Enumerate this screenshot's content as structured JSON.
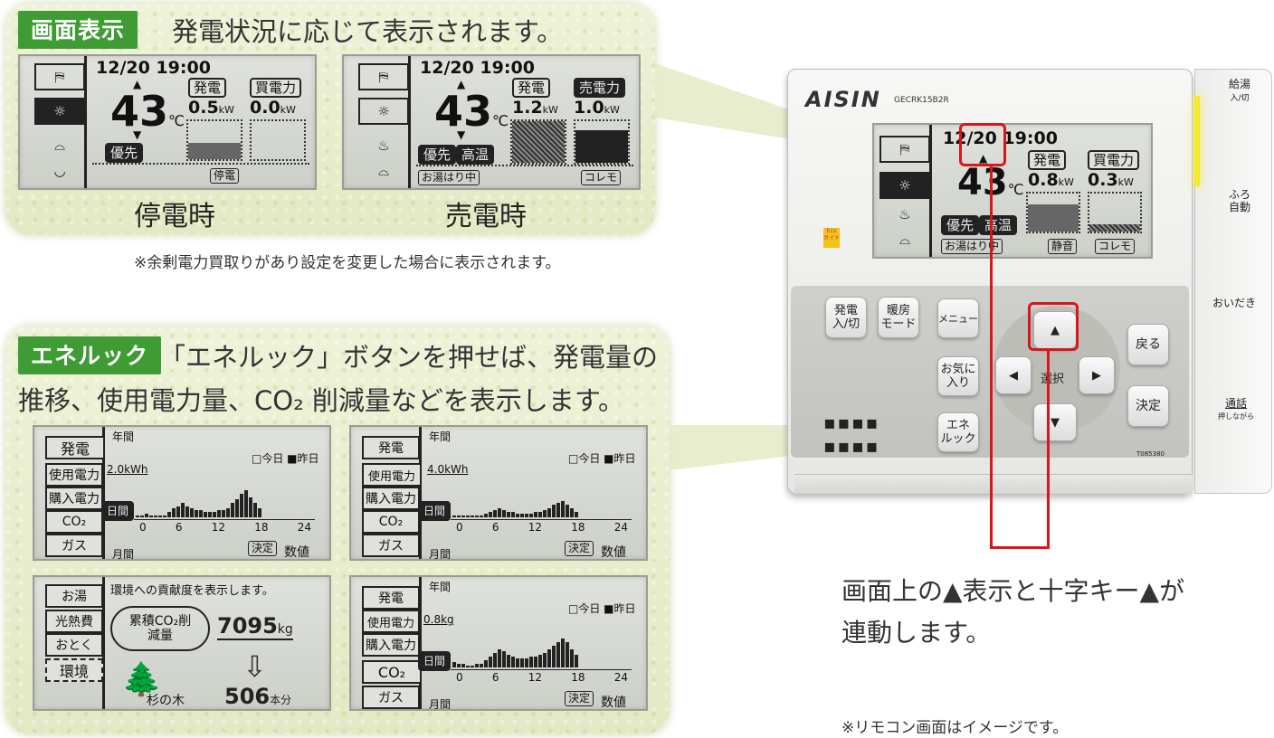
{
  "top_panel": {
    "badge": "画面表示",
    "heading": "発電状況に応じて表示されます。",
    "screen_left": {
      "time": "12/20 19:00",
      "temp": "43",
      "temp_unit": "℃",
      "tag1": "発電",
      "tag2": "買電力",
      "val1": "0.5",
      "val2": "0.0",
      "val_unit": "kW",
      "priority": "優先",
      "bottom": "停電",
      "caption": "停電時"
    },
    "screen_right": {
      "time": "12/20 19:00",
      "temp": "43",
      "temp_unit": "℃",
      "tag1": "発電",
      "tag2": "売電力",
      "val1": "1.2",
      "val2": "1.0",
      "val_unit": "kW",
      "priority": "優先",
      "hot": "高温",
      "bath": "お湯はり中",
      "bottom": "コレモ",
      "caption": "売電時"
    },
    "note": "※余剰電力買取りがあり設定を変更した場合に表示されます。"
  },
  "bottom_panel": {
    "badge": "エネルック",
    "heading_line1": "「エネルック」ボタンを押せば、発電量の",
    "heading_line2": "推移、使用電力量、CO₂ 削減量などを表示します。",
    "graph_tabs": [
      "発電",
      "使用電力",
      "購入電力",
      "CO₂",
      "ガス"
    ],
    "year": "年間",
    "month": "月間",
    "day": "日間",
    "legend": "□今日 ■昨日",
    "decide": "決定",
    "numeric": "数値",
    "x_ticks": [
      "0",
      "6",
      "12",
      "18",
      "24"
    ],
    "graph1_scale": "2.0kWh",
    "graph2_scale": "4.0kWh",
    "graph4_scale": "0.8kg",
    "env": {
      "title": "環境への貢献度を表示します。",
      "tabs": [
        "お湯",
        "光熱費",
        "おとく",
        "環境"
      ],
      "cloud": "累積CO₂削減量",
      "value": "7095",
      "value_unit": "kg",
      "tree": "杉の木",
      "trees": "506",
      "trees_unit": "本分"
    }
  },
  "remote": {
    "brand": "AISIN",
    "model": "GECRK15B2R",
    "screen": {
      "time": "12/20 19:00",
      "temp": "43",
      "temp_unit": "℃",
      "tag1": "発電",
      "tag2": "買電力",
      "val1": "0.8",
      "val2": "0.3",
      "val_unit": "kW",
      "priority": "優先",
      "hot": "高温",
      "bath": "お湯はり中",
      "quiet": "静音",
      "corem": "コレモ"
    },
    "buttons": {
      "power": "発電\n入/切",
      "heat": "暖房\nモード",
      "menu": "メニュー",
      "fav": "お気に\n入り",
      "ene": "エネ\nルック",
      "select": "選択",
      "back": "戻る",
      "decide": "決定"
    },
    "side": {
      "kyuto": "給湯",
      "kyuto_sub": "入/切",
      "furo": "ふろ\n自動",
      "oidaki": "おいだき",
      "tsuwa": "通話",
      "tsuwa_sub": "押しながら"
    },
    "eco": "Eco\nガイド",
    "serial": "T085380"
  },
  "right_caption_line1": "画面上の▲表示と十字キー▲が",
  "right_caption_line2": "連動します。",
  "remote_note": "※リモコン画面はイメージです。"
}
